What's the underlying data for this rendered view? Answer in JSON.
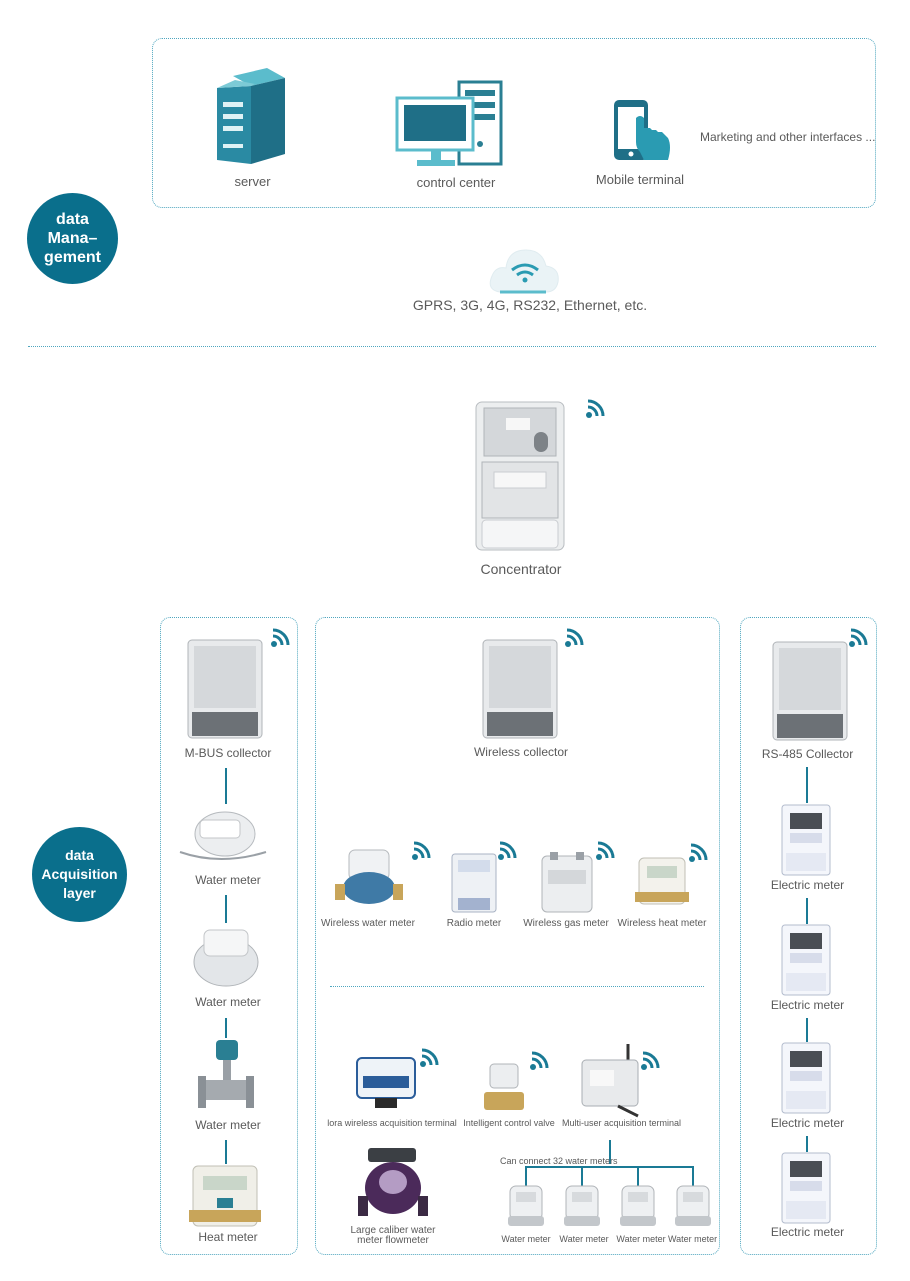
{
  "colors": {
    "accent": "#0a6f8c",
    "teal": "#2a7f93",
    "line": "#1a7a95",
    "dotted": "#4fa6bf"
  },
  "management": {
    "circle_label": "data\nMana–\ngement",
    "server": "server",
    "control_center": "control center",
    "mobile": "Mobile terminal",
    "marketing": "Marketing and other interfaces ...",
    "cloud_icon": "cloud-wifi-icon",
    "network": "GPRS, 3G, 4G, RS232, Ethernet, etc."
  },
  "concentrator": {
    "label": "Concentrator"
  },
  "acquisition": {
    "circle_label": "data\nAcquisition\nlayer",
    "mbus": {
      "collector": "M-BUS collector",
      "devices": [
        "Water meter",
        "Water meter",
        "Water meter",
        "Heat meter"
      ]
    },
    "wireless": {
      "collector": "Wireless collector",
      "devices": [
        "Wireless water meter",
        "Radio meter",
        "Wireless gas meter",
        "Wireless heat meter"
      ],
      "lora": "lora wireless acquisition terminal",
      "valve": "Intelligent control valve",
      "multi": "Multi-user acquisition terminal",
      "large_caliber": "Large caliber water\nmeter flowmeter",
      "can_connect": "Can connect 32 water meters",
      "bottom_meters": [
        "Water meter",
        "Water meter",
        "Water meter",
        "Water meter"
      ]
    },
    "rs485": {
      "collector": "RS-485 Collector",
      "devices": [
        "Electric meter",
        "Electric meter",
        "Electric meter",
        "Electric meter"
      ]
    }
  }
}
